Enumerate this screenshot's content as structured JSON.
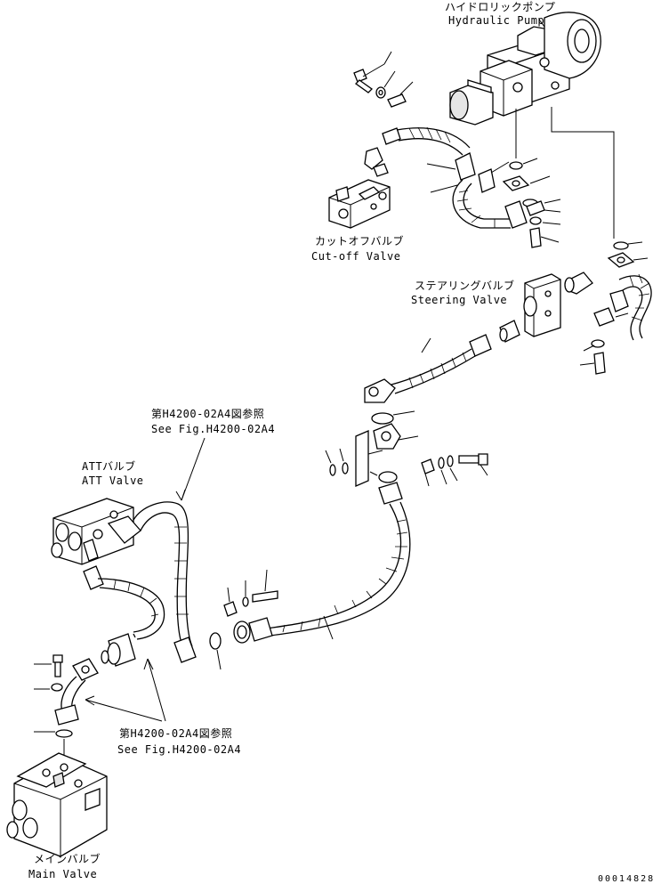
{
  "labels": {
    "hydraulic_pump_jp": "ハイドロリックポンプ",
    "hydraulic_pump_en": "Hydraulic Pump",
    "cutoff_valve_jp": "カットオフバルブ",
    "cutoff_valve_en": "Cut-off Valve",
    "steering_valve_jp": "ステアリングバルブ",
    "steering_valve_en": "Steering Valve",
    "ref_top_jp": "第H4200-02A4図参照",
    "ref_top_en": "See Fig.H4200-02A4",
    "att_valve_jp": "ATTバルブ",
    "att_valve_en": "ATT Valve",
    "ref_bottom_jp": "第H4200-02A4図参照",
    "ref_bottom_en": "See Fig.H4200-02A4",
    "main_valve_jp": "メインバルブ",
    "main_valve_en": "Main Valve"
  },
  "drawing_number": "00014828"
}
